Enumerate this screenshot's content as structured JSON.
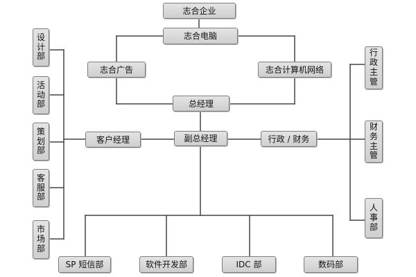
{
  "top": {
    "company": "志合企业",
    "computer": "志合电脑",
    "advertising": "志合广告",
    "network": "志合计算机网络",
    "general_manager": "总经理",
    "deputy_general_manager": "副总经理",
    "customer_manager": "客户经理",
    "admin_finance": "行政 / 财务"
  },
  "left_departments": [
    {
      "label": "设计部"
    },
    {
      "label": "活动部"
    },
    {
      "label": "策划部"
    },
    {
      "label": "客服部"
    },
    {
      "label": "市场部"
    }
  ],
  "right_positions": [
    {
      "label": "行政主管"
    },
    {
      "label": "财务主管"
    },
    {
      "label": "人事部"
    }
  ],
  "bottom_departments": [
    {
      "label": "SP 短信部"
    },
    {
      "label": "软件开发部"
    },
    {
      "label": "IDC 部"
    },
    {
      "label": "数码部"
    }
  ],
  "colors": {
    "node_fill_top": "#e4e4e4",
    "node_fill_bottom": "#cfcfcf",
    "node_border": "#7d7d7d",
    "connector": "#444444"
  }
}
